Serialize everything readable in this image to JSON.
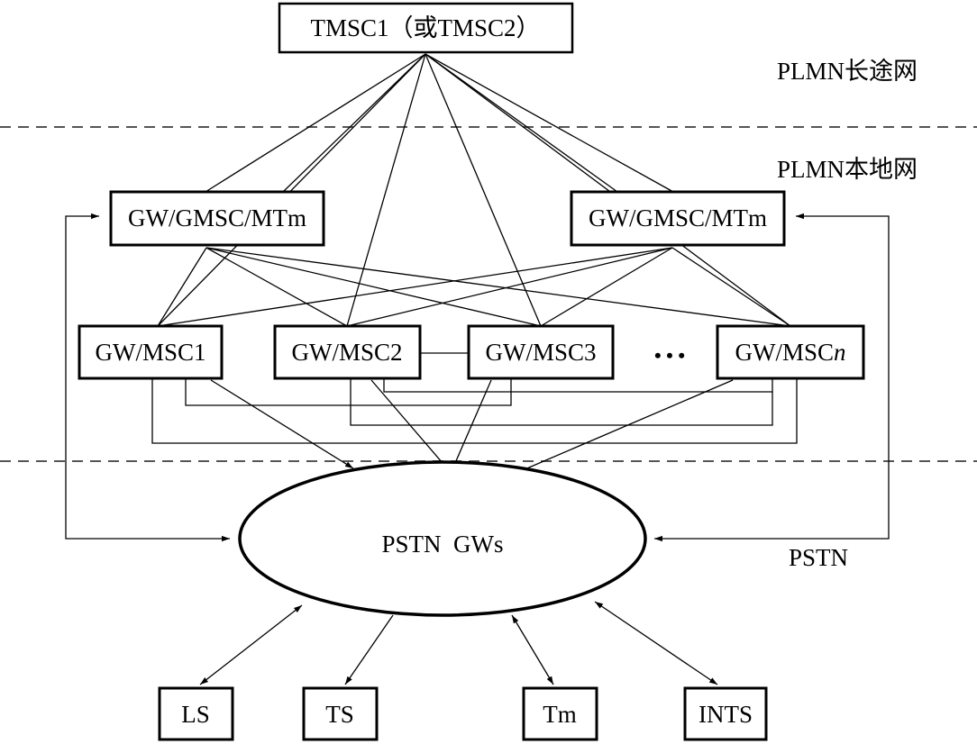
{
  "nodes": {
    "tmsc": "TMSC1（或TMSC2）",
    "gmsc_left": "GW/GMSC/MTm",
    "gmsc_right": "GW/GMSC/MTm",
    "msc1": "GW/MSC1",
    "msc2": "GW/MSC2",
    "msc3": "GW/MSC3",
    "msc_ellipsis": "• • •",
    "mscn_prefix": "GW/MSC",
    "mscn_suffix": "n",
    "pstn_gws": "PSTN  GWs",
    "ls": "LS",
    "ts": "TS",
    "tm": "Tm",
    "ints": "INTS"
  },
  "layers": {
    "long_distance": "PLMN长途网",
    "local": "PLMN本地网",
    "pstn": "PSTN"
  }
}
